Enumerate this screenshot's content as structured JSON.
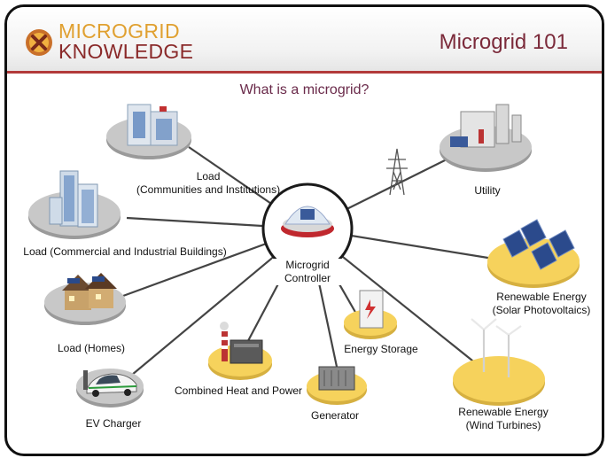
{
  "brand": {
    "line1": "MICROGRID",
    "line2": "KNOWLEDGE"
  },
  "title": "Microgrid 101",
  "subtitle": "What is a microgrid?",
  "center": {
    "line1": "Microgrid",
    "line2": "Controller"
  },
  "nodes": {
    "load_institutions": {
      "line1": "Load",
      "line2": "(Communities and Institutions)"
    },
    "load_commercial": {
      "line1": "Load (Commercial and Industrial Buildings)"
    },
    "load_homes": {
      "line1": "Load (Homes)"
    },
    "ev_charger": {
      "line1": "EV Charger"
    },
    "chp": {
      "line1": "Combined Heat and Power"
    },
    "generator": {
      "line1": "Generator"
    },
    "energy_storage": {
      "line1": "Energy Storage"
    },
    "utility": {
      "line1": "Utility"
    },
    "solar": {
      "line1": "Renewable Energy",
      "line2": "(Solar Photovoltaics)"
    },
    "wind": {
      "line1": "Renewable Energy",
      "line2": "(Wind Turbines)"
    }
  },
  "colors": {
    "title": "#7b2a3a",
    "accent": "#b23a3a",
    "disk_gray": "#bfbfbf",
    "disk_yellow": "#f6d25c",
    "line": "#444444"
  }
}
